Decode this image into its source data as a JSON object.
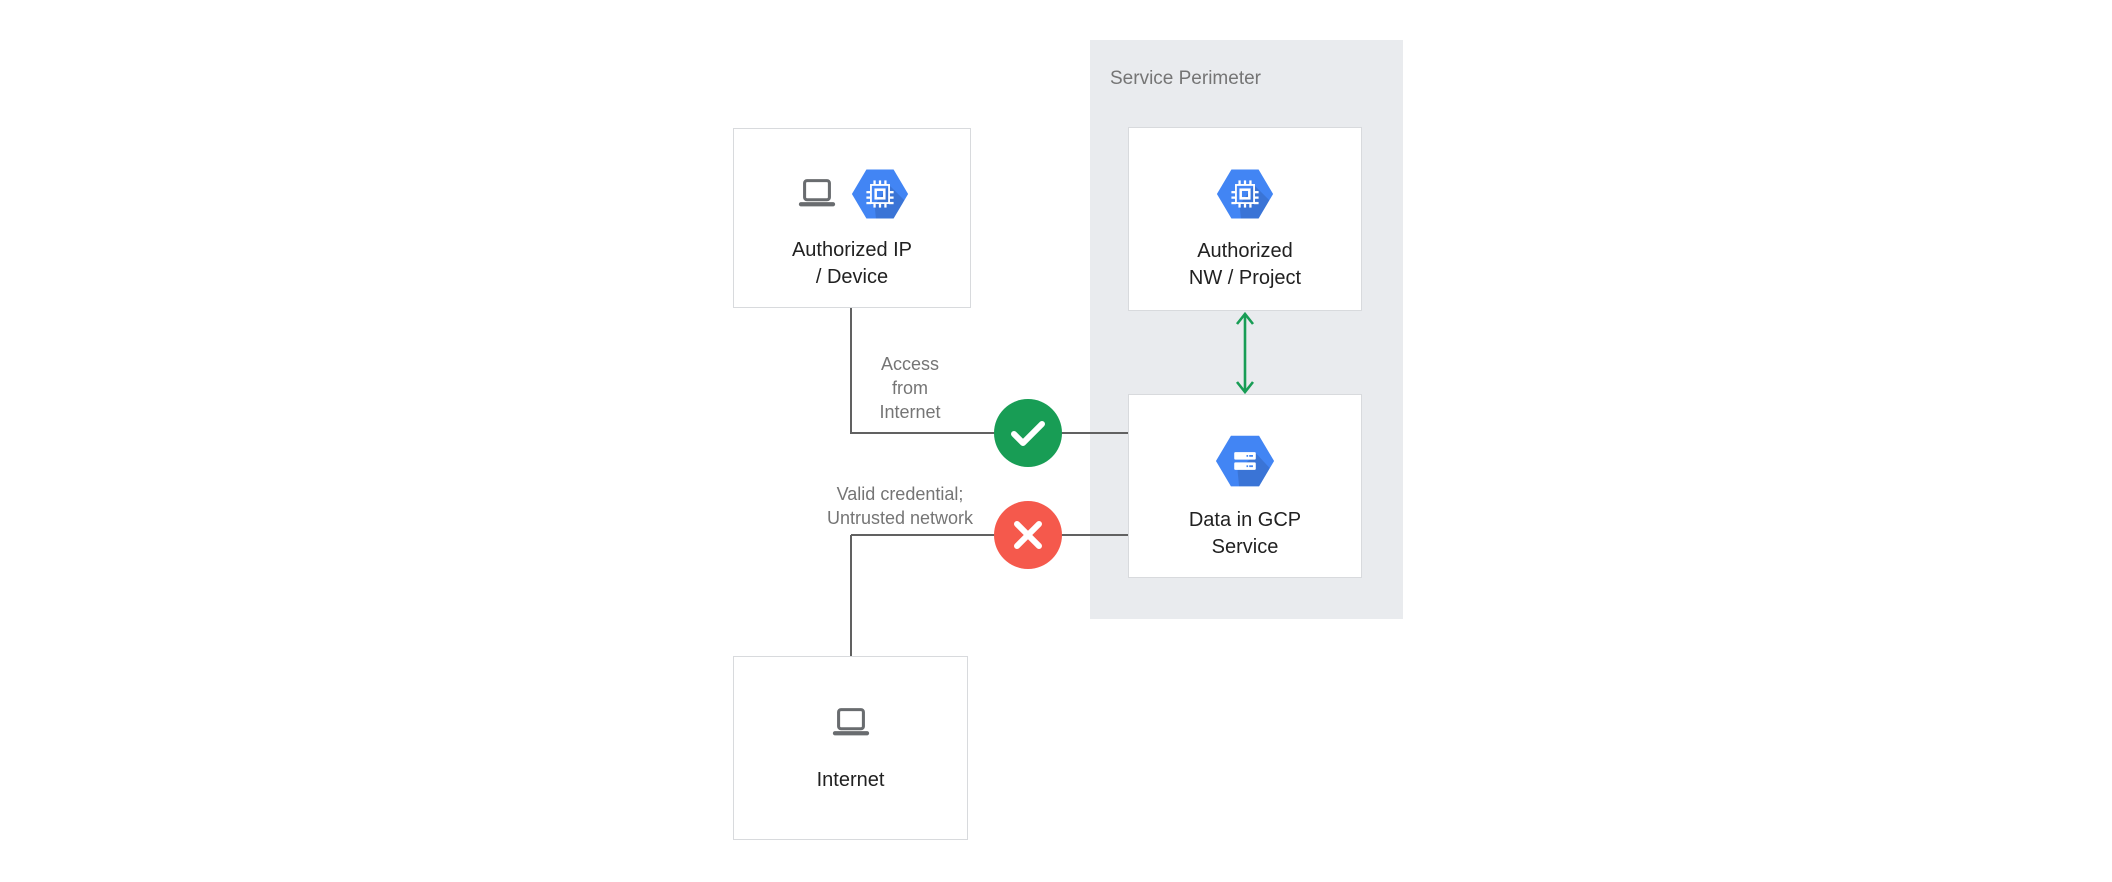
{
  "perimeter": {
    "label": "Service Perimeter"
  },
  "boxes": {
    "authorized_ip": {
      "line1": "Authorized IP",
      "line2": "/ Device"
    },
    "authorized_nw": {
      "line1": "Authorized",
      "line2": "NW / Project"
    },
    "data_gcp": {
      "line1": "Data in GCP",
      "line2": "Service"
    },
    "internet": {
      "line1": "Internet"
    }
  },
  "edge_labels": {
    "allowed": {
      "line1": "Access",
      "line2": "from",
      "line3": "Internet"
    },
    "denied": {
      "line1": "Valid credential;",
      "line2": "Untrusted network"
    }
  },
  "colors": {
    "success_green": "#189D55",
    "error_red": "#F5594C",
    "gcp_blue": "#4285F4",
    "perimeter_bg": "#E9EBEE",
    "connector_gray": "#616161",
    "label_gray": "#757575",
    "text_dark": "#212121",
    "box_border": "#D8DADD"
  }
}
